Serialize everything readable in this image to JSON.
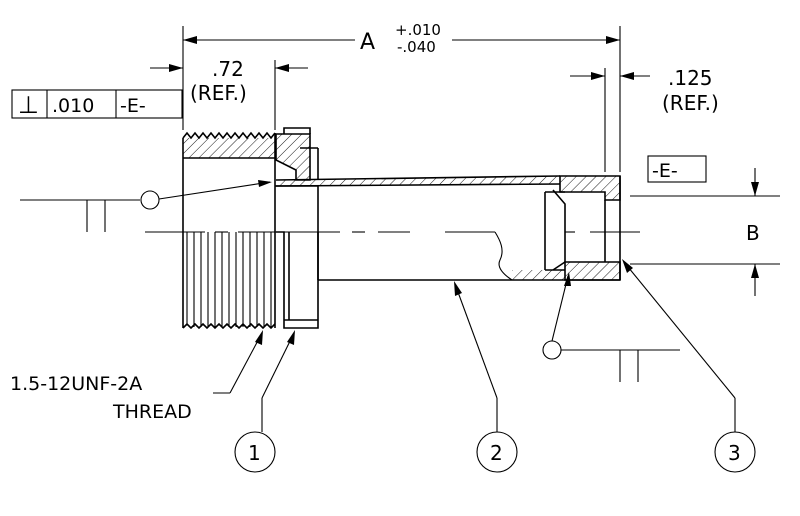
{
  "dimensions": {
    "a_label": "A",
    "a_tol_plus": "+.010",
    "a_tol_minus": "-.040",
    "d72_value": ".72",
    "d72_ref": "(REF.)",
    "d125_value": ".125",
    "d125_ref": "(REF.)",
    "b_label": "B"
  },
  "feature_control_frame": {
    "symbol": "⊥",
    "tolerance": ".010",
    "datum": "-E-"
  },
  "datum_tag": "-E-",
  "thread_callout": {
    "line1": "1.5-12UNF-2A",
    "line2": "THREAD"
  },
  "balloons": [
    "1",
    "2",
    "3"
  ],
  "colors": {
    "ink": "#000000",
    "paper": "#ffffff"
  }
}
